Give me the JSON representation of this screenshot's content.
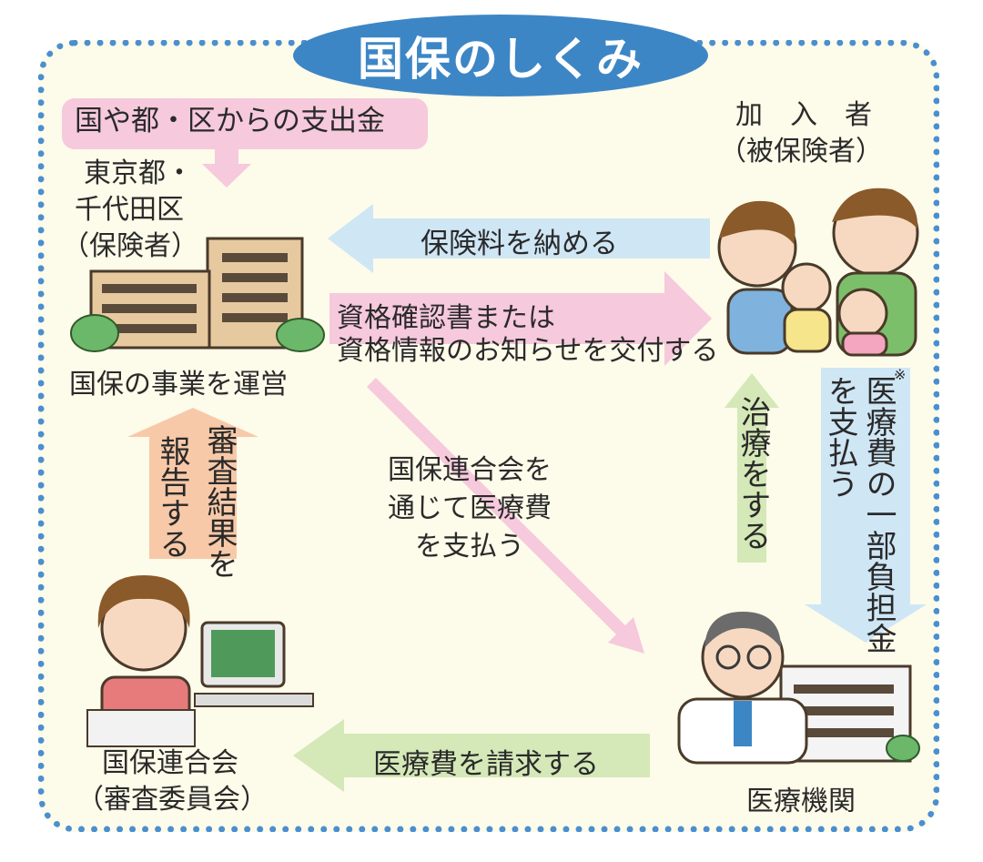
{
  "title": "国保のしくみ",
  "funding_label": "国や都・区からの支出金",
  "insurer": {
    "line1": "東京都・",
    "line2": "千代田区",
    "line3": "（保険者）",
    "caption": "国保の事業を運営"
  },
  "insured": {
    "line1": "加　入　者",
    "line2": "（被保険者）"
  },
  "federation": {
    "line1": "国保連合会",
    "line2": "（審査委員会）"
  },
  "medical": {
    "label": "医療機関"
  },
  "arrows": {
    "premium": "保険料を納める",
    "certificate_line1": "資格確認書または",
    "certificate_line2": "資格情報のお知らせを交付する",
    "pay_via_line1": "国保連合会を",
    "pay_via_line2": "通じて医療費",
    "pay_via_line3": "を支払う",
    "report_col1": "審査結果を",
    "report_col2": "報告する",
    "treat": "治療をする",
    "copay_col1": "医療費の一部負担金",
    "copay_col2": "を支払う",
    "copay_note": "※",
    "claim": "医療費を請求する"
  },
  "colors": {
    "frame_dots": "#4a8fd0",
    "title_bg": "#3d86c6",
    "pink": "#f6c9dc",
    "blue": "#cfe6f5",
    "green": "#d5e8b8",
    "orange": "#f8c9a8",
    "bg": "#fdfbea"
  }
}
